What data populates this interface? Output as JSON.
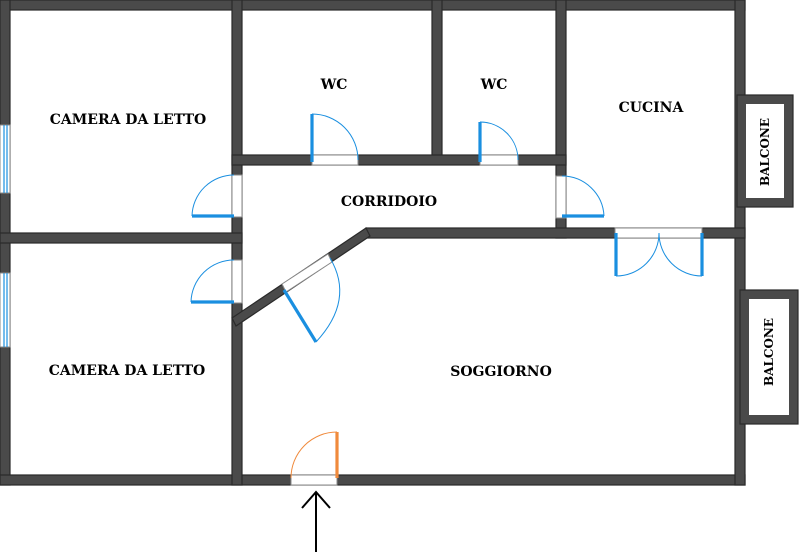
{
  "rooms": {
    "bedroom_top": "CAMERA DA LETTO",
    "bedroom_bottom": "CAMERA DA LETTO",
    "wc_left": "WC",
    "wc_right": "WC",
    "kitchen": "CUCINA",
    "corridor": "CORRIDOIO",
    "living_room": "SOGGIORNO",
    "balcony_top": "BALCONE",
    "balcony_bottom": "BALCONE"
  },
  "colors": {
    "wall": "#4a4a4a",
    "door": "#1a8fe0",
    "entrance_door": "#f08a3c",
    "background": "#ffffff"
  },
  "icons": {
    "entrance": "arrow-up-icon"
  }
}
